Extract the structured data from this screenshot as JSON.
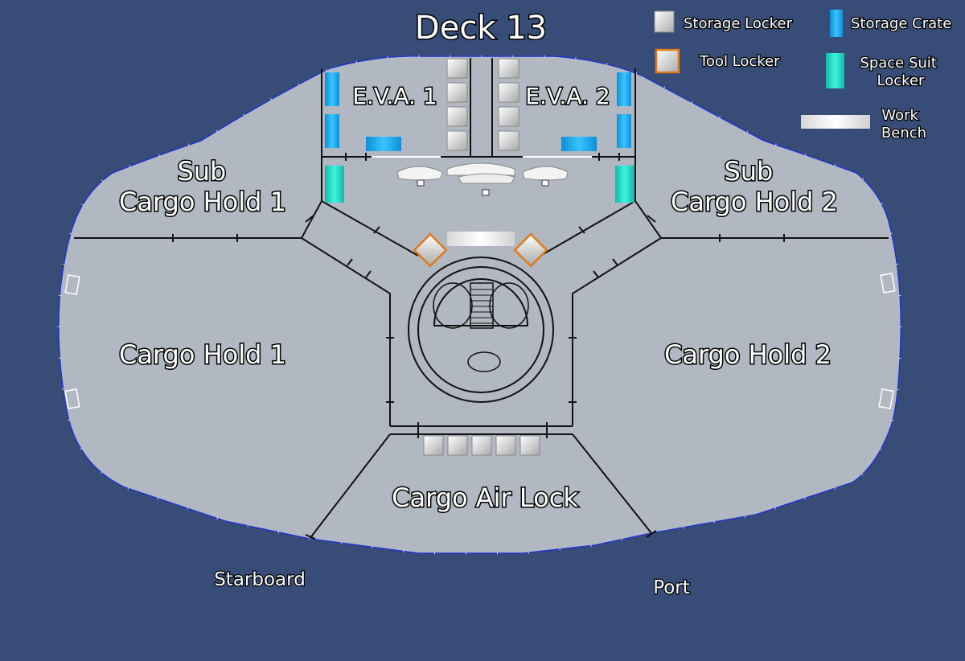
{
  "title": "Deck 13",
  "rooms": {
    "sub_cargo_1": [
      "Sub",
      "Cargo Hold 1"
    ],
    "sub_cargo_2": [
      "Sub",
      "Cargo Hold 2"
    ],
    "eva_1": "E.V.A. 1",
    "eva_2": "E.V.A. 2",
    "cargo_hold_1": "Cargo Hold 1",
    "cargo_hold_2": "Cargo Hold 2",
    "cargo_air_lock": "Cargo Air Lock"
  },
  "directions": {
    "starboard": "Starboard",
    "port": "Port"
  },
  "legend": {
    "storage_locker": "Storage Locker",
    "storage_crate": "Storage Crate",
    "tool_locker": "Tool Locker",
    "space_suit_locker": [
      "Space Suit",
      "Locker"
    ],
    "work_bench": [
      "Work",
      "Bench"
    ]
  },
  "colors": {
    "background": "#374c76",
    "deck_floor": "#b1b8c2",
    "storage_crate": "#1fa9ef",
    "space_suit_locker": "#22d9c3",
    "tool_locker_border": "#e07a18",
    "hull_outline": "#2233cc"
  }
}
